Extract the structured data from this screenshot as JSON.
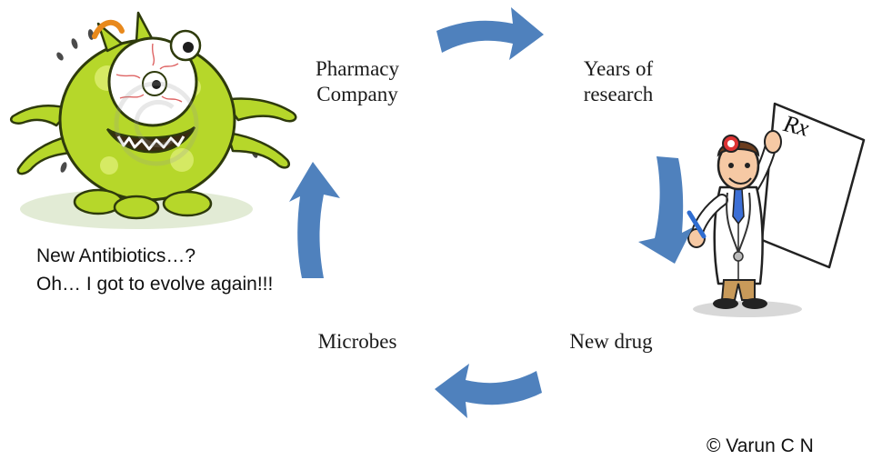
{
  "cycle": {
    "pharmacy": {
      "line1": "Pharmacy",
      "line2": "Company"
    },
    "research": {
      "line1": "Years of",
      "line2": "research"
    },
    "newdrug": "New drug",
    "microbes": "Microbes"
  },
  "microbe_quote": {
    "line1": "New Antibiotics…?",
    "line2": "Oh… I got to evolve again!!!"
  },
  "prescription_mark": "Rx",
  "copyright": "© Varun C N",
  "colors": {
    "arrow": "#4f81bd",
    "microbe": "#b6d72a",
    "microbe_dark": "#7e9c12",
    "text": "#1a1a1a"
  },
  "icons": [
    "microbe-cartoon",
    "doctor-cartoon",
    "prescription-paper",
    "stethoscope-icon",
    "cycle-arrow"
  ]
}
